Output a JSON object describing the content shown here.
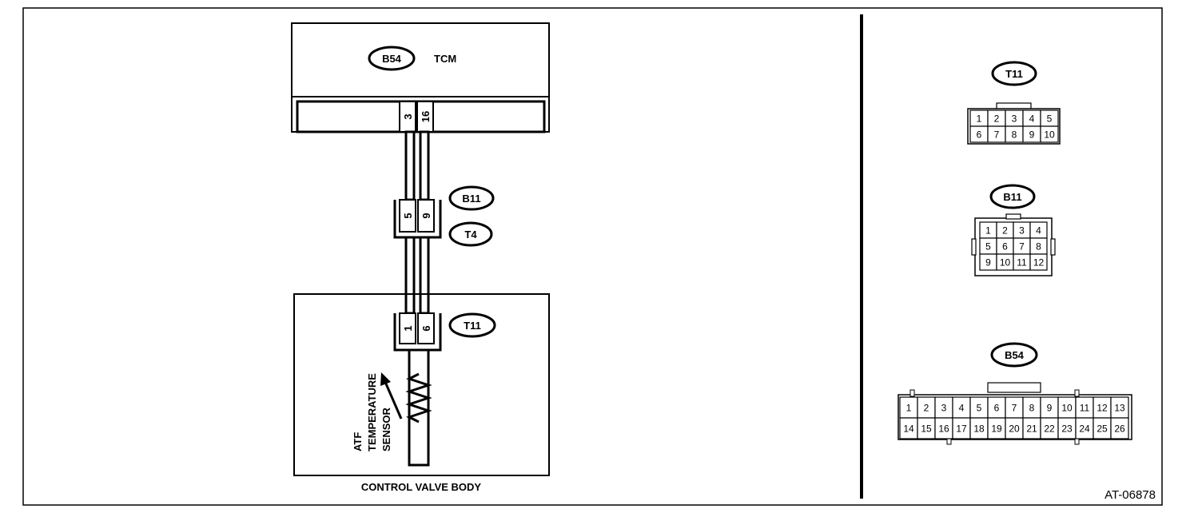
{
  "diagram": {
    "code": "AT-06878",
    "tcm": {
      "connector": "B54",
      "label": "TCM",
      "pins": [
        "3",
        "16"
      ]
    },
    "b11": {
      "connector": "B11",
      "pins": [
        "5",
        "9"
      ]
    },
    "t4": {
      "connector": "T4"
    },
    "t11": {
      "connector": "T11",
      "pins": [
        "1",
        "6"
      ]
    },
    "sensor": {
      "lines": [
        "ATF",
        "TEMPERATURE",
        "SENSOR"
      ]
    },
    "body_label": "CONTROL VALVE BODY"
  },
  "connectors": {
    "t11": {
      "name": "T11",
      "rows": [
        [
          "1",
          "2",
          "3",
          "4",
          "5"
        ],
        [
          "6",
          "7",
          "8",
          "9",
          "10"
        ]
      ]
    },
    "b11": {
      "name": "B11",
      "rows": [
        [
          "1",
          "2",
          "3",
          "4"
        ],
        [
          "5",
          "6",
          "7",
          "8"
        ],
        [
          "9",
          "10",
          "11",
          "12"
        ]
      ]
    },
    "b54": {
      "name": "B54",
      "rows": [
        [
          "1",
          "2",
          "3",
          "4",
          "5",
          "6",
          "7",
          "8",
          "9",
          "10",
          "11",
          "12",
          "13"
        ],
        [
          "14",
          "15",
          "16",
          "17",
          "18",
          "19",
          "20",
          "21",
          "22",
          "23",
          "24",
          "25",
          "26"
        ]
      ]
    }
  }
}
